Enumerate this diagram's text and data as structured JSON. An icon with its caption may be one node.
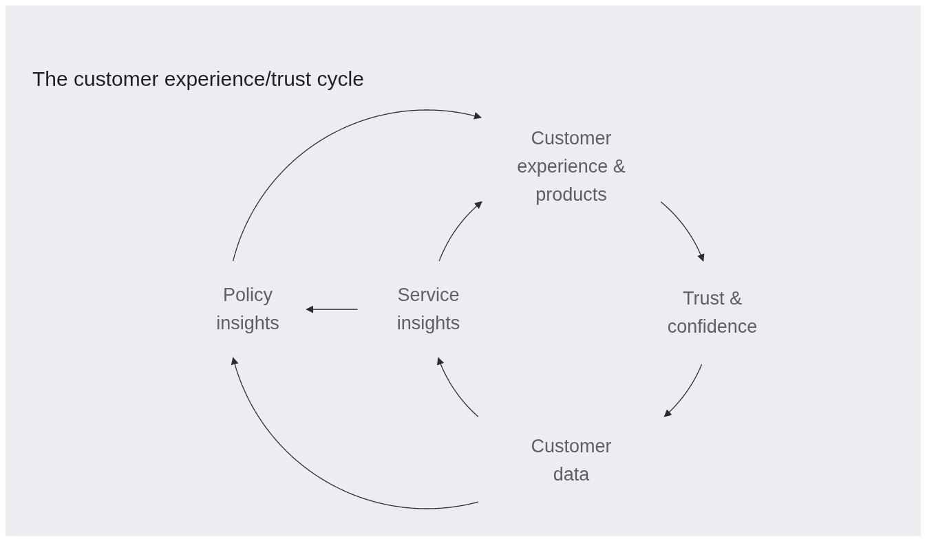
{
  "diagram": {
    "title": "The customer experience/trust cycle",
    "nodes": [
      {
        "text": [
          "Customer experience & products"
        ]
      },
      {
        "text": [
          "Trust & confidence"
        ]
      },
      {
        "text": [
          "Customer data"
        ]
      },
      {
        "text": [
          "Service insights"
        ]
      },
      {
        "text": [
          "Policy insights"
        ]
      }
    ],
    "edges": [
      {
        "from": 0,
        "to": 1,
        "arrow": "to"
      },
      {
        "from": 1,
        "to": 2,
        "arrow": "to"
      },
      {
        "from": 2,
        "to": 3,
        "arrow": "to"
      },
      {
        "from": 3,
        "to": 0,
        "arrow": "to"
      },
      {
        "from": 3,
        "to": 4,
        "arrow": "to"
      },
      {
        "from": 2,
        "to": 4,
        "arrow": "to"
      },
      {
        "from": 4,
        "to": 0,
        "arrow": "to"
      }
    ]
  }
}
